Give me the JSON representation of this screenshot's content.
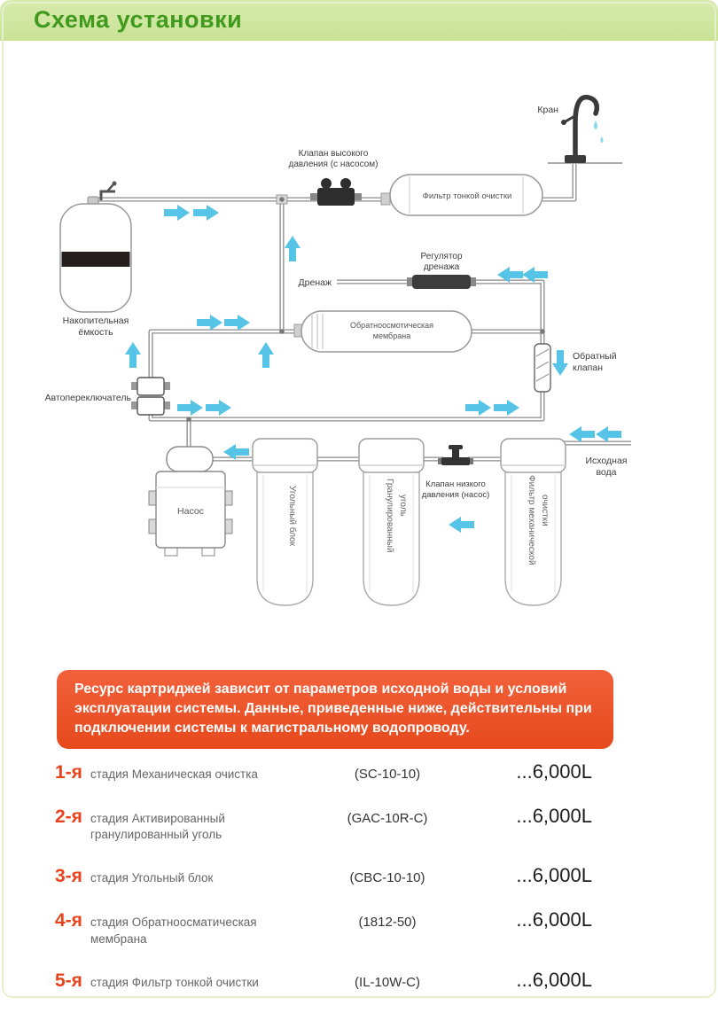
{
  "page": {
    "title": "Схема установки"
  },
  "diagram": {
    "labels": {
      "faucet": "Кран",
      "high_pressure_valve": [
        "Клапан высокого",
        "давления (с насосом)"
      ],
      "fine_filter": "Фильтр тонкой очистки",
      "storage_tank": [
        "Накопительная",
        "ёмкость"
      ],
      "drainage": "Дренаж",
      "drainage_regulator": [
        "Регулятор",
        "дренажа"
      ],
      "ro_membrane": [
        "Обратноосмотическая",
        "мембрана"
      ],
      "check_valve": [
        "Обратный",
        "клапан"
      ],
      "auto_switch": "Автопереключатель",
      "pump": "Насос",
      "carbon_block": "Угольный блок",
      "granulated_carbon": [
        "Гранулированный",
        "уголь"
      ],
      "low_pressure_valve": [
        "Клапан низкого",
        "давления (насос)"
      ],
      "mechanical_filter": [
        "Фильтр механической",
        "очистки"
      ],
      "source_water": [
        "Исходная",
        "вода"
      ]
    },
    "colors": {
      "arrow": "#56c4e6",
      "pipe": "#8a8a8a",
      "component_stroke": "#999999"
    }
  },
  "notice": {
    "text": "Ресурс картриджей зависит от параметров исходной воды и условий эксплуатации системы. Данные, приведенные ниже, действительны при подключении системы к магистральному водопроводу.",
    "background": "#e9512b"
  },
  "stages": {
    "rows": [
      {
        "num": "1-я",
        "name": "стадия Механическая очистка",
        "code": "(SC-10-10)",
        "resource": "...6,000L"
      },
      {
        "num": "2-я",
        "name": "стадия Активированный гранулированный уголь",
        "code": "(GAC-10R-C)",
        "resource": "...6,000L"
      },
      {
        "num": "3-я",
        "name": "стадия Угольный блок",
        "code": "(CBC-10-10)",
        "resource": "...6,000L"
      },
      {
        "num": "4-я",
        "name": "стадия Обратноосматическая мембрана",
        "code": "(1812-50)",
        "resource": "...6,000L"
      },
      {
        "num": "5-я",
        "name": "стадия Фильтр тонкой очистки",
        "code": "(IL-10W-C)",
        "resource": "...6,000L"
      }
    ]
  },
  "theme": {
    "header_bg": "#cde5a0",
    "title_color": "#3f9a1e",
    "stage_num_color": "#e8431c"
  }
}
